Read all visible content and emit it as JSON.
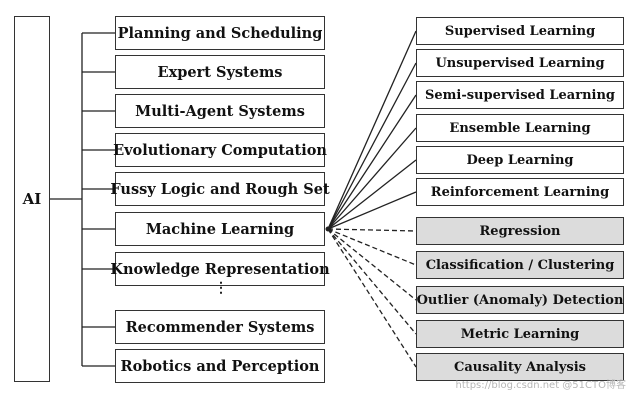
{
  "root": {
    "label": "AI"
  },
  "left_items": [
    "Planning and Scheduling",
    "Expert Systems",
    "Multi-Agent Systems",
    "Evolutionary Computation",
    "Fussy Logic and Rough Set",
    "Machine Learning",
    "Knowledge Representation",
    "Recommender Systems",
    "Robotics and Perception"
  ],
  "ellipsis": "⋮",
  "right_solid": [
    "Supervised Learning",
    "Unsupervised Learning",
    "Semi-supervised Learning",
    "Ensemble Learning",
    "Deep Learning",
    "Reinforcement Learning"
  ],
  "right_dashed": [
    "Regression",
    "Classification / Clustering",
    "Outlier (Anomaly) Detection",
    "Metric Learning",
    "Causality Analysis"
  ],
  "watermark": "https://blog.csdn.net @51CTO博客",
  "colors": {
    "gray_box": "#dcdcdc",
    "line": "#222222"
  }
}
